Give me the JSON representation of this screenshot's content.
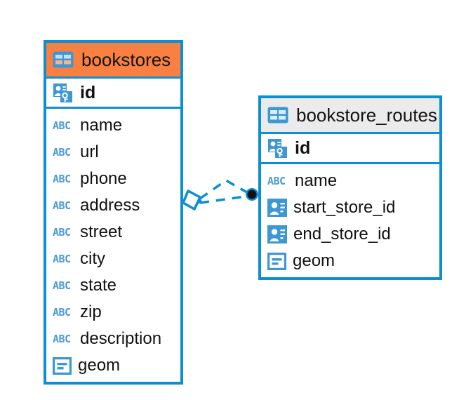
{
  "diagram": {
    "type": "entity-relationship-diagram",
    "background": "#ffffff",
    "colors": {
      "border_blue": "#0C8FD0",
      "selected_header_orange": "#FA8042",
      "unselected_header_gray": "#EBEBEB",
      "icon_blue": "#3C97D3",
      "text_black": "#121212",
      "relationship_line": "#0C8FD0"
    },
    "entities": [
      {
        "id": "bookstores",
        "name": "bookstores",
        "selected": true,
        "header_icon": "table-icon",
        "primary_key": {
          "name": "id",
          "icon": "primary-key-icon"
        },
        "fields": [
          {
            "name": "name",
            "icon": "abc-text-icon",
            "icon_label": "ABC"
          },
          {
            "name": "url",
            "icon": "abc-text-icon",
            "icon_label": "ABC"
          },
          {
            "name": "phone",
            "icon": "abc-text-icon",
            "icon_label": "ABC"
          },
          {
            "name": "address",
            "icon": "abc-text-icon",
            "icon_label": "ABC"
          },
          {
            "name": "street",
            "icon": "abc-text-icon",
            "icon_label": "ABC"
          },
          {
            "name": "city",
            "icon": "abc-text-icon",
            "icon_label": "ABC"
          },
          {
            "name": "state",
            "icon": "abc-text-icon",
            "icon_label": "ABC"
          },
          {
            "name": "zip",
            "icon": "abc-text-icon",
            "icon_label": "ABC"
          },
          {
            "name": "description",
            "icon": "abc-text-icon",
            "icon_label": "ABC"
          },
          {
            "name": "geom",
            "icon": "geometry-icon",
            "icon_label": ""
          }
        ]
      },
      {
        "id": "bookstore_routes",
        "name": "bookstore_routes",
        "selected": false,
        "header_icon": "table-icon",
        "primary_key": {
          "name": "id",
          "icon": "primary-key-icon"
        },
        "fields": [
          {
            "name": "name",
            "icon": "abc-text-icon",
            "icon_label": "ABC"
          },
          {
            "name": "start_store_id",
            "icon": "foreign-key-icon",
            "icon_label": ""
          },
          {
            "name": "end_store_id",
            "icon": "foreign-key-icon",
            "icon_label": ""
          },
          {
            "name": "geom",
            "icon": "geometry-icon",
            "icon_label": ""
          }
        ]
      }
    ],
    "relationship": {
      "from_entity": "bookstores",
      "to_entity": "bookstore_routes",
      "from_marker": "diamond-marker",
      "to_marker": "filled-circle-marker",
      "line_style": "dashed",
      "branches": 2
    }
  }
}
